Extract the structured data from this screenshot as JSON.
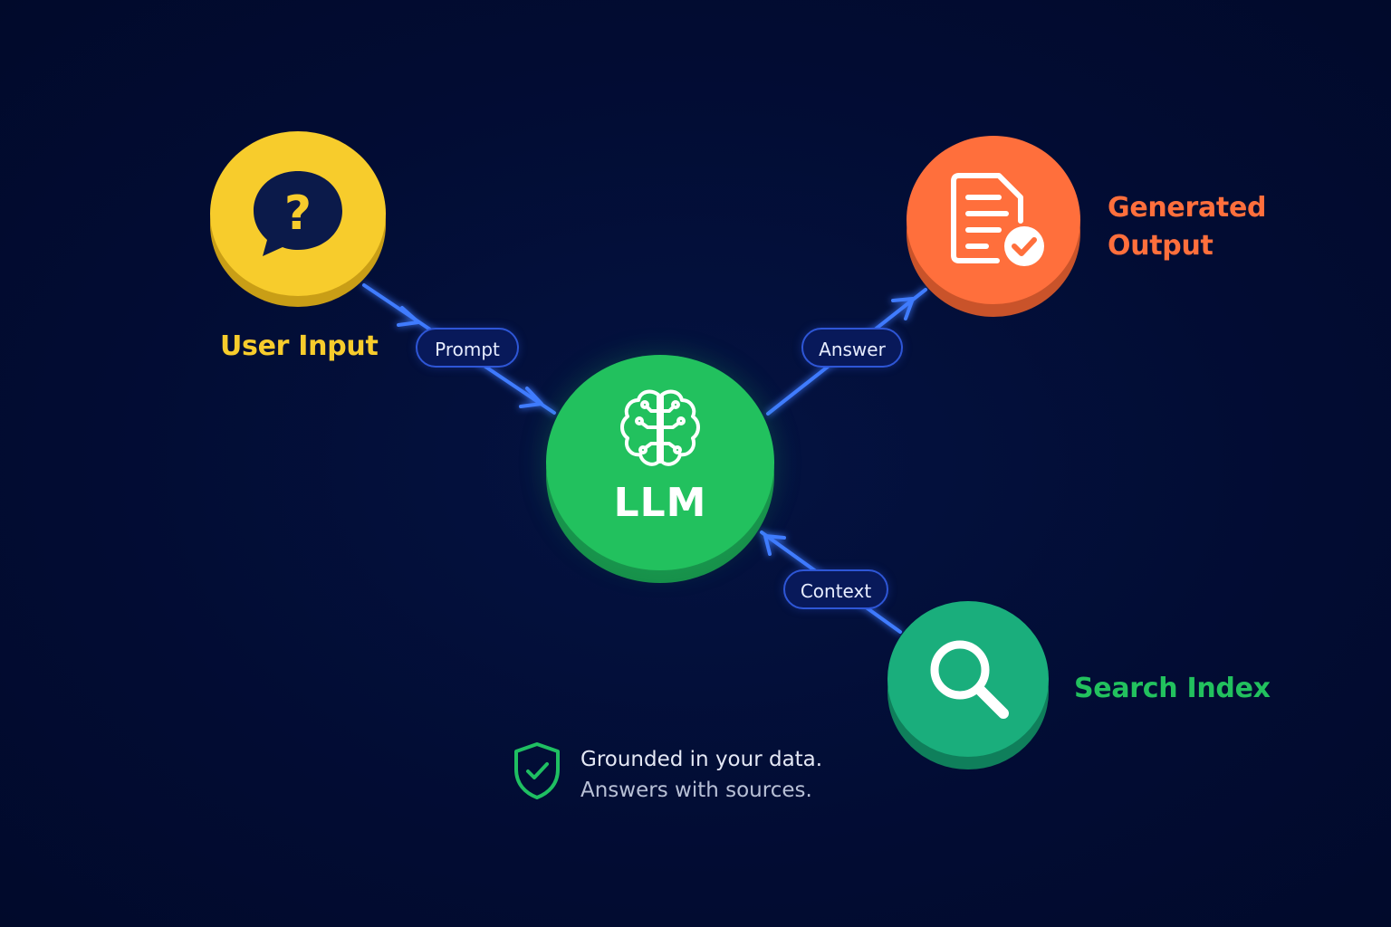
{
  "colors": {
    "background": "#020c33",
    "connector": "#3f7bff",
    "user_input": "#f7cc2c",
    "llm": "#22c15e",
    "generated_output": "#ff6f3c",
    "search_index": "#1aae7c",
    "badge_green": "#1fbf62"
  },
  "nodes": {
    "user_input": {
      "label": "User Input",
      "icon": "question-bubble-icon"
    },
    "llm": {
      "label": "LLM",
      "icon": "brain-circuit-icon"
    },
    "generated_output": {
      "label_line1": "Generated",
      "label_line2": "Output",
      "icon": "document-check-icon"
    },
    "search_index": {
      "label": "Search Index",
      "icon": "magnifier-icon"
    }
  },
  "edges": {
    "prompt": "Prompt",
    "answer": "Answer",
    "context": "Context"
  },
  "footer": {
    "icon": "shield-check-icon",
    "line1": "Grounded in your data.",
    "line2": "Answers with sources."
  }
}
